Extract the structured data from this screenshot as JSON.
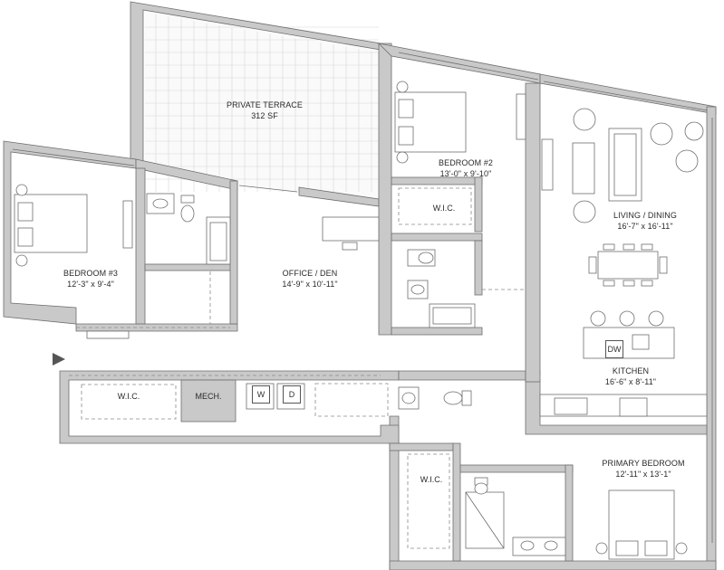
{
  "rooms": {
    "terrace": {
      "name": "PRIVATE TERRACE",
      "size": "312 SF"
    },
    "bedroom2": {
      "name": "BEDROOM #2",
      "dims": "13'-0\" x 9'-10\""
    },
    "bedroom3": {
      "name": "BEDROOM #3",
      "dims": "12'-3\" x 9'-4\""
    },
    "office": {
      "name": "OFFICE / DEN",
      "dims": "14'-9\" x 10'-11\""
    },
    "living": {
      "name": "LIVING / DINING",
      "dims": "16'-7\" x 16'-11\""
    },
    "kitchen": {
      "name": "KITCHEN",
      "dims": "16'-6\" x 8'-11\""
    },
    "primary": {
      "name": "PRIMARY BEDROOM",
      "dims": "12'-11\" x 13'-1\""
    }
  },
  "tags": {
    "wic": "W.I.C.",
    "mech": "MECH.",
    "washer": "W",
    "dryer": "D",
    "dishwasher": "DW"
  },
  "colors": {
    "wall_fill": "#c9c9c9",
    "line": "#6e6e6e",
    "entry_arrow": "#555555"
  }
}
